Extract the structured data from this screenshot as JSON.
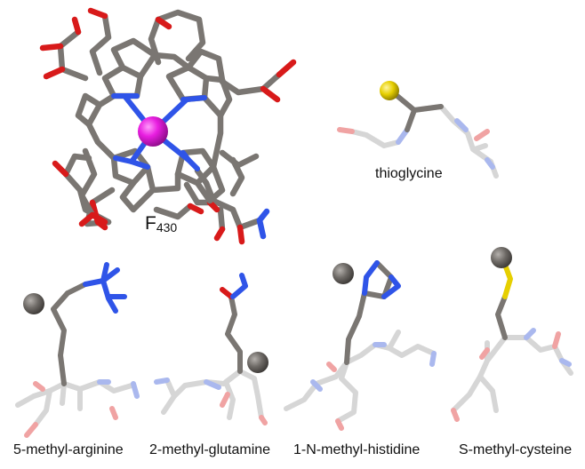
{
  "labels": {
    "cofactor": "F",
    "cofactor_subscript": "430",
    "thioglycine": "thioglycine",
    "methyl_arginine": "5-methyl-arginine",
    "methyl_glutamine": "2-methyl-glutamine",
    "methyl_histidine": "1-N-methyl-histidine",
    "methyl_cysteine": "S-methyl-cysteine"
  },
  "colors": {
    "carbon": "#7a7672",
    "nitrogen": "#2f54e8",
    "oxygen": "#d81a1a",
    "sulfur": "#e6cf00",
    "nickel": "#e81ee0",
    "methyl_ball": "#6f6b67",
    "faded_carbon": "#d6d6d6",
    "faded_nitrogen": "#aab8ee",
    "faded_oxygen": "#f0a3a3"
  }
}
